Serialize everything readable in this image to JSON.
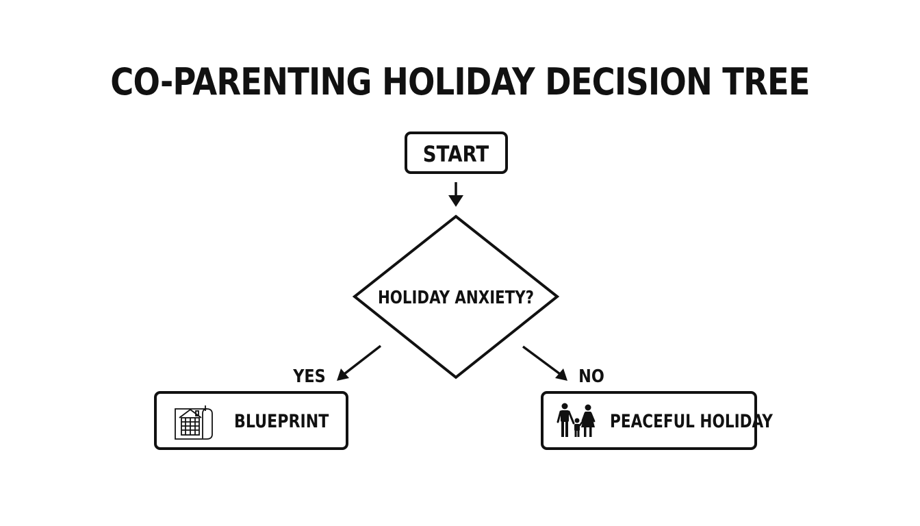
{
  "title": "CO-PARENTING HOLIDAY DECISION TREE",
  "nodes": {
    "start": {
      "label": "START"
    },
    "decision": {
      "label": "HOLIDAY ANXIETY?"
    },
    "yes_outcome": {
      "label": "BLUEPRINT",
      "icon": "blueprint-house-icon"
    },
    "no_outcome": {
      "label": "PEACEFUL HOLIDAY",
      "icon": "family-icon"
    }
  },
  "edges": {
    "yes_label": "YES",
    "no_label": "NO"
  },
  "colors": {
    "stroke": "#111111",
    "background": "#ffffff"
  }
}
